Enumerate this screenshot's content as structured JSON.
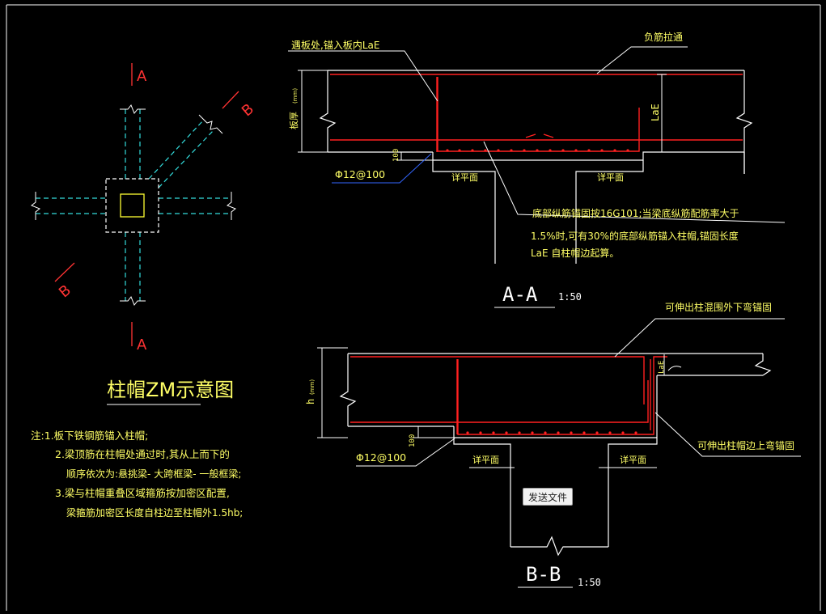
{
  "colors": {
    "background": "#000000",
    "concrete": "#ffffff",
    "rebar": "#ff2020",
    "leader": "#ffffff",
    "text": "#ffff66",
    "cyan": "#33dddd",
    "column": "#ffff33",
    "cutline": "#ff3333",
    "blue": "#3366ff"
  },
  "plan": {
    "cut_a_label": "A",
    "cut_b_label": "B",
    "title": "柱帽ZM示意图"
  },
  "notes": {
    "line1": "注:1.板下铁钢筋锚入柱帽;",
    "line2": "2.梁顶筋在柱帽处通过时,其从上而下的",
    "line3": "顺序依次为:悬挑梁- 大跨框梁- 一般框梁;",
    "line4": "3.梁与柱帽重叠区域箍筋按加密区配置,",
    "line5": "梁箍筋加密区长度自柱边至柱帽外1.5hb;"
  },
  "section_aa": {
    "label_top_left": "遇板处,锚入板内LaE",
    "label_top_right": "负筋拉通",
    "depth_label": "板厚",
    "depth_unit": "(mm)",
    "anchor_label": "LaE",
    "cover_label": "100",
    "stirrup_label": "Φ12@100",
    "detail_left": "详平面",
    "detail_right": "详平面",
    "note_line1": "底部纵筋锚固按16G101;当梁底纵筋配筋率大于",
    "note_line2": "1.5%时,可有30%的底部纵筋锚入柱帽,锚固长度",
    "note_line3": "LaE 自柱帽边起算。",
    "title": "A-A",
    "scale": "1:50"
  },
  "section_bb": {
    "label_top_right": "可伸出柱混围外下弯锚固",
    "label_right": "可伸出柱帽边上弯锚固",
    "anchor_label": "LaE",
    "depth_label": "h",
    "depth_unit": "(mm)",
    "cover_label": "100",
    "stirrup_label": "Φ12@100",
    "detail_left": "详平面",
    "detail_right": "详平面",
    "title": "B-B",
    "scale": "1:50"
  },
  "tooltip": {
    "label": "发送文件"
  }
}
